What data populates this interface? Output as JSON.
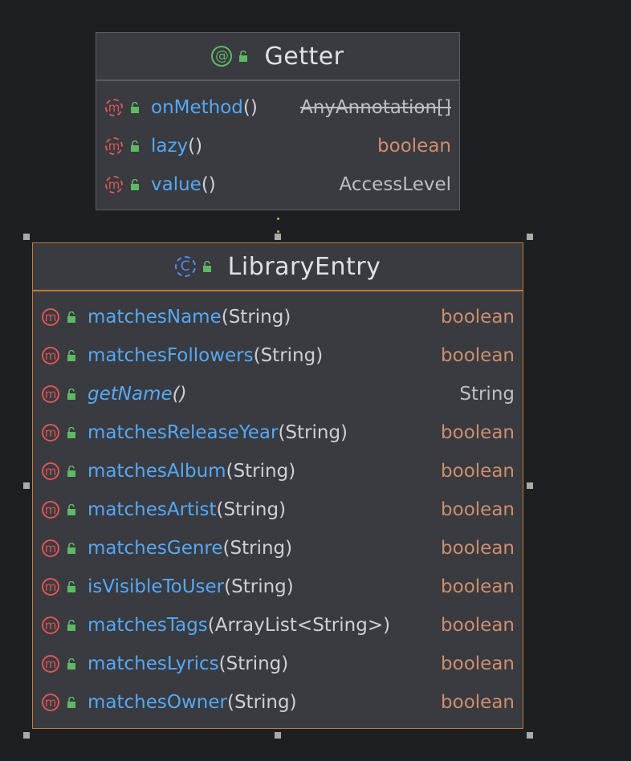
{
  "getter_node": {
    "title": "Getter",
    "icon": "annotation-icon",
    "icon_glyph": "@",
    "members": [
      {
        "name": "onMethod",
        "params": "()",
        "return_type": "AnyAnnotation[]",
        "return_style": "strike"
      },
      {
        "name": "lazy",
        "params": "()",
        "return_type": "boolean",
        "return_style": "kw"
      },
      {
        "name": "value",
        "params": "()",
        "return_type": "AccessLevel",
        "return_style": "plain"
      }
    ]
  },
  "library_node": {
    "title": "LibraryEntry",
    "icon": "abstract-class-icon",
    "icon_glyph": "C",
    "members": [
      {
        "name": "matchesName",
        "params": "(String)",
        "return_type": "boolean",
        "return_style": "kw"
      },
      {
        "name": "matchesFollowers",
        "params": "(String)",
        "return_type": "boolean",
        "return_style": "kw"
      },
      {
        "name": "getName",
        "params": "()",
        "return_type": "String",
        "return_style": "plain",
        "italic": true
      },
      {
        "name": "matchesReleaseYear",
        "params": "(String)",
        "return_type": "boolean",
        "return_style": "kw"
      },
      {
        "name": "matchesAlbum",
        "params": "(String)",
        "return_type": "boolean",
        "return_style": "kw"
      },
      {
        "name": "matchesArtist",
        "params": "(String)",
        "return_type": "boolean",
        "return_style": "kw"
      },
      {
        "name": "matchesGenre",
        "params": "(String)",
        "return_type": "boolean",
        "return_style": "kw"
      },
      {
        "name": "isVisibleToUser",
        "params": "(String)",
        "return_type": "boolean",
        "return_style": "kw"
      },
      {
        "name": "matchesTags",
        "params": "(ArrayList<String>)",
        "return_type": "boolean",
        "return_style": "kw"
      },
      {
        "name": "matchesLyrics",
        "params": "(String)",
        "return_type": "boolean",
        "return_style": "kw"
      },
      {
        "name": "matchesOwner",
        "params": "(String)",
        "return_type": "boolean",
        "return_style": "kw"
      }
    ]
  },
  "method_icon_glyph": "m",
  "colors": {
    "background": "#1e1f22",
    "node_fill": "#393b40",
    "selected_border": "#c47a35",
    "method_name": "#56a8f5",
    "keyword": "#cf8e6d",
    "method_icon": "#e05555",
    "lock": "#5fb865"
  }
}
